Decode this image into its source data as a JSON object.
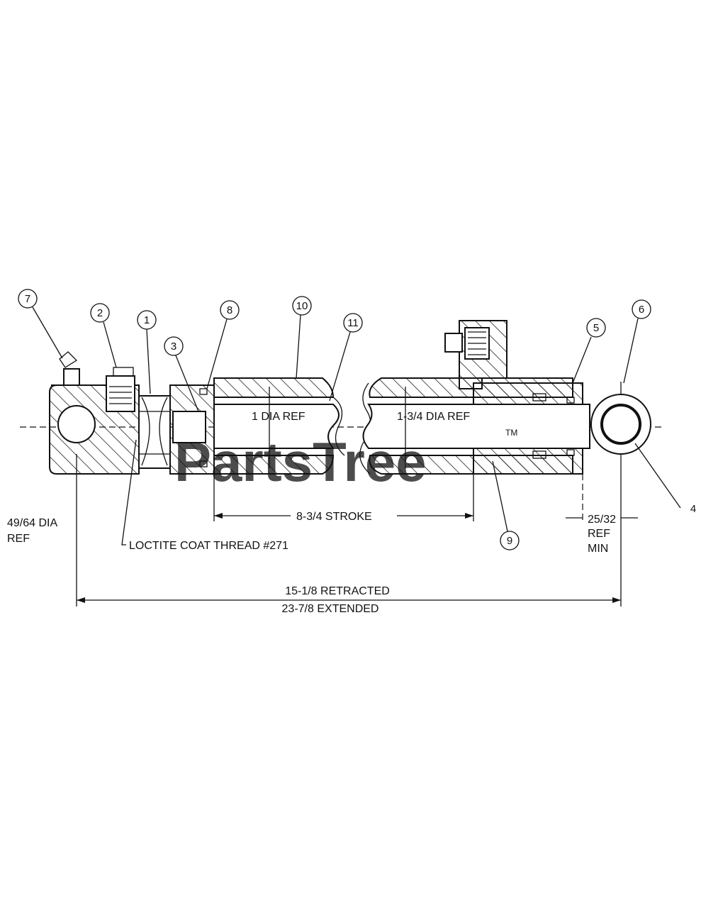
{
  "callouts": {
    "c1": "1",
    "c2": "2",
    "c3": "3",
    "c4": "4",
    "c5": "5",
    "c6": "6",
    "c7": "7",
    "c8": "8",
    "c9": "9",
    "c10": "10",
    "c11": "11"
  },
  "labels": {
    "rod_dia": "1 DIA REF",
    "bore_dia": "1-3/4 DIA REF",
    "pin_dia_line1": "49/64 DIA",
    "pin_dia_line2": "REF",
    "loctite": "LOCTITE COAT THREAD #271",
    "stroke": "8-3/4 STROKE",
    "ref_min_line1": "25/32",
    "ref_min_line2": "REF",
    "ref_min_line3": "MIN",
    "retracted": "15-1/8 RETRACTED",
    "extended": "23-7/8 EXTENDED"
  },
  "watermark": {
    "text": "PartsTree",
    "tm": "TM"
  }
}
